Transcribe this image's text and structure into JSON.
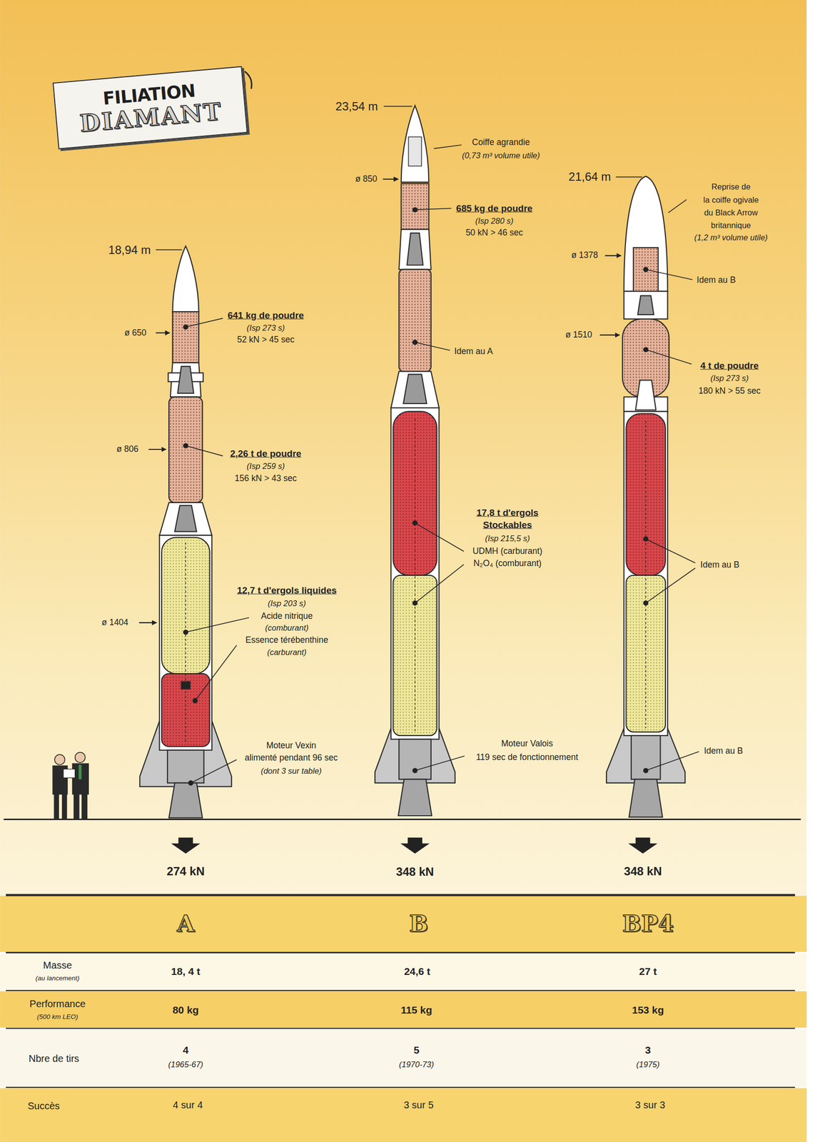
{
  "diagram": {
    "nodes": [
      {
        "text": [
          "FILIATION",
          "DIAMANT"
        ]
      }
    ],
    "labels": [
      "18,94 m",
      "ø 650",
      "641 kg de poudre",
      "(Isp 273 s)",
      "52 kN > 45 sec",
      "ø 806",
      "2,26 t de poudre",
      "(Isp 259 s)",
      "156 kN > 43 sec",
      "12,7 t d'ergols liquides",
      "(Isp 203 s)",
      "Acide nitrique",
      "(comburant)",
      "Essence térébenthine",
      "(carburant)",
      "ø 1404",
      "Moteur Vexin",
      "alimenté pendant 96 sec",
      "(dont 3 sur table)",
      "23,54 m",
      "Coiffe agrandie",
      "(0,73 m³ volume utile)",
      "ø 850",
      "685 kg de poudre",
      "(Isp 280 s)",
      "50 kN > 46 sec",
      "Idem au A",
      "17,8 t d'ergols",
      "Stockables",
      "(Isp 215,5 s)",
      "UDMH (carburant)",
      "N₂O₄ (comburant)",
      "Moteur Valois",
      "119 sec de fonctionnement",
      "21,64 m",
      "Reprise de",
      "la coiffe ogivale",
      "du Black Arrow",
      "britannique",
      "(1,2 m³ volume utile)",
      "ø 1378",
      "Idem au B",
      "ø 1510",
      "4 t de poudre",
      "(Isp 273 s)",
      "180 kN > 55 sec",
      "Idem au B",
      "Idem au B",
      "274 kN",
      "348 kN",
      "348 kN",
      "A",
      "B",
      "BP4",
      "Masse",
      "(au lancement)",
      "18, 4 t",
      "24,6 t",
      "27 t",
      "Performance",
      "(500 km LEO)",
      "80 kg",
      "115 kg",
      "153 kg",
      "Nbre de tirs",
      "4",
      "(1965-67)",
      "5",
      "(1970-73)",
      "3",
      "(1975)",
      "Succès",
      "4 sur 4",
      "3 sur 5",
      "3 sur 3"
    ]
  }
}
